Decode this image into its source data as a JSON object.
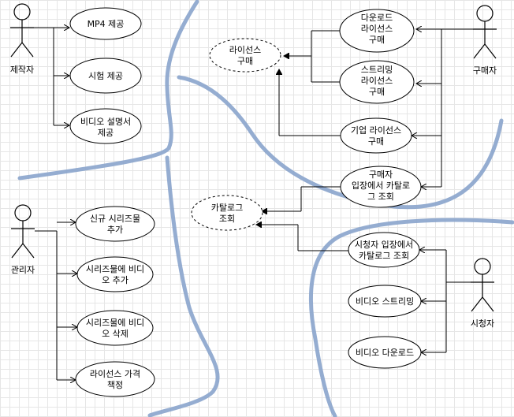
{
  "actors": {
    "producer": "제작자",
    "admin": "관리자",
    "buyer": "구매자",
    "viewer": "시청자"
  },
  "producer_cases": {
    "mp4": "MP4 제공",
    "trial": "시험 제공",
    "desc": [
      "비디오 설명서",
      "제공"
    ]
  },
  "admin_cases": {
    "add_series": [
      "신규 시리즈물",
      "추가"
    ],
    "add_video": [
      "시리즈물에 비디",
      "오 추가"
    ],
    "del_video": [
      "시리즈물에 비디",
      "오 삭제"
    ],
    "price": [
      "라이선스 가격",
      "책정"
    ]
  },
  "buyer_cases": {
    "download": [
      "다운로드",
      "라이선스",
      "구매"
    ],
    "streaming": [
      "스트리밍",
      "라이선스",
      "구매"
    ],
    "enterprise": [
      "기업 라이선스",
      "구매"
    ],
    "catalog": [
      "구매자",
      "입장에서 카탈로",
      "그 조회"
    ]
  },
  "generic_cases": {
    "license": [
      "라이선스",
      "구매"
    ],
    "catalog": [
      "카탈로그",
      "조회"
    ]
  },
  "viewer_cases": {
    "catalog": [
      "시청자 입장에서",
      "카탈로그 조회"
    ],
    "stream": "비디오 스트리밍",
    "download": "비디오 다운로드"
  }
}
